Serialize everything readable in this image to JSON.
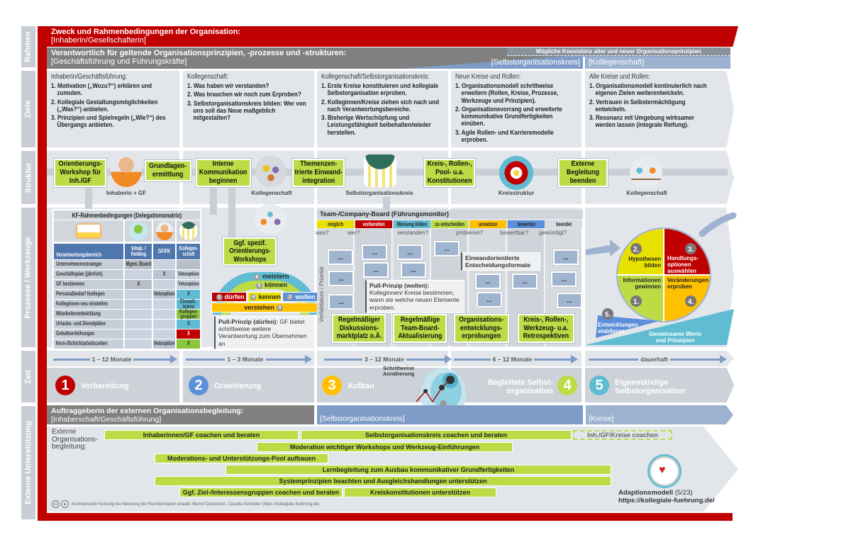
{
  "side_labels": [
    "Rahmen",
    "Ziele",
    "Struktur",
    "Prozesse / Werkzeuge",
    "Zeit",
    "Externe Unterstützung"
  ],
  "rahmen": {
    "title": "Zweck und Rahmenbedingungen der Organisation:",
    "sub": "[Inhaberin/Gesellschafterin]"
  },
  "verantwortlich": {
    "title": "Verantwortlich für geltende Organisationsprinzipien, -prozesse und -strukturen:",
    "sub": "[Geschäftsführung und Führungskräfte]",
    "coexist": "Mögliche Koexistenz alter und neuer Organisationsprinzipien",
    "blue1": "[Selbstorganisationskreis]",
    "blue2": "[Kollegenschaft]"
  },
  "ziele": [
    {
      "head": "Inhaberin/Geschäftsführung:",
      "items": [
        "1. Motivation („Wozu?“) erklären und zumuten.",
        "2. Kollegiale Gestaltungsmöglichkeiten („Was?“) anbieten.",
        "3. Prinzipien und Spielregeln („Wie?“) des Übergangs anbieten."
      ]
    },
    {
      "head": "Kollegenschaft:",
      "items": [
        "1. Was haben wir verstanden?",
        "2. Was brauchen wir noch zum Erproben?",
        "3. Selbstorganisationskreis bilden: Wer von uns soll das Neue maßgeblich mitgestalten?"
      ]
    },
    {
      "head": "Kollegenschaft/Selbstorganisationskreis:",
      "items": [
        "1. Erste Kreise konstituieren und kollegiale Selbstorganisation erproben.",
        "2. Kolleginnen/Kreise ziehen sich nach und nach Verantwortungsbereiche.",
        "3. Bisherige Wertschöpfung und Leistungsfähigkeit beibehalten/wieder herstellen."
      ]
    },
    {
      "head": "Neue Kreise und Rollen:",
      "items": [
        "1. Organisationsmodell schrittweise erweitern (Rollen, Kreise, Prozesse, Werkzeuge und Prinzipien).",
        "2. Organisationsvorrang und erweiterte kommunikative Grundfertigkeiten einüben.",
        "3. Agile Rollen- und Karrieremodelle erproben."
      ]
    },
    {
      "head": "Alle Kreise und Rollen:",
      "items": [
        "1. Organisationsmodell kontinuierlich nach eigenen Zielen weiterentwickeln.",
        "2. Vertrauen in Selbstermächtigung entwickeln.",
        "3. Resonanz mit Umgebung wirksamer werden lassen (integrale Reifung)."
      ]
    }
  ],
  "struktur": {
    "boxes": [
      "Orientierungs-Workshop für Inh./GF",
      "Grundlagen-ermittlung",
      "Interne Kommunikation beginnen",
      "Themenzen-trierte Einwand-integration",
      "Kreis-, Rollen-, Pool- u.a. Konstitutionen",
      "Externe Begleitung beenden"
    ],
    "labels": [
      "Inhaberin + GF",
      "Kollegenschaft",
      "Selbstorganisationskreis",
      "Kreisstruktur",
      "Kollegenschaft"
    ]
  },
  "matrix": {
    "title": "KF-Rahmenbedingungen (Delegationsmatrix)",
    "headers": [
      "Verantwortungsbereich",
      "Inhab. / Holding",
      "GF/FK",
      "Kollegen-schaft"
    ],
    "rows": [
      {
        "label": "Unternehmensstrategie",
        "inhab": "Mgmt.-Board",
        "gf": "",
        "koll": "",
        "color": "#b8bec6"
      },
      {
        "label": "Geschäftsplan (jährlich)",
        "inhab": "",
        "gf": "X",
        "koll": "Vetooption",
        "color": "#c9d3e0"
      },
      {
        "label": "GF bestimmen",
        "inhab": "X",
        "gf": "",
        "koll": "Vetooption",
        "color": "#c9d3e0"
      },
      {
        "label": "Personalbedarf festlegen",
        "inhab": "",
        "gf": "Vetooption",
        "koll": "X",
        "color": "#5fbcd3"
      },
      {
        "label": "Kolleginnen neu einstellen",
        "inhab": "",
        "gf": "",
        "koll": "Einstell.-teams",
        "color": "#5fbcd3"
      },
      {
        "label": "Mitarbeiterentwicklung",
        "inhab": "",
        "gf": "",
        "koll": "Kollegen-gruppen",
        "color": "#8cc63f"
      },
      {
        "label": "Urlaubs- und Dienstpläne",
        "inhab": "",
        "gf": "",
        "koll": "X",
        "color": "#5fbcd3"
      },
      {
        "label": "Gehaltserhöhungen",
        "inhab": "",
        "gf": "",
        "koll": "X",
        "color": "#c00000"
      },
      {
        "label": "Kern-/Schichtarbeitszeiten",
        "inhab": "",
        "gf": "Vetooption",
        "koll": "X",
        "color": "#8cc63f"
      }
    ]
  },
  "workshops": "Ggf. spezif. Orientierungs-Workshops",
  "competence": {
    "meistern": "meistern",
    "koennen": "können",
    "duerfen": "dürfen",
    "kennen": "kennen",
    "wollen": "wollen",
    "verstehen": "verstehen",
    "n_meistern": "6",
    "n_koennen": "5",
    "n_duerfen": "1",
    "n_kennen": "4",
    "n_wollen": "2",
    "n_verstehen": "3"
  },
  "pull_duerfen": {
    "bold": "Pull-Prinzip (dürfen):",
    "text": " GF bietet schrittweise weitere Verantwortung zum Übernehmen an"
  },
  "board": {
    "title": "Team-/Company-Board (Führungsmonitor)",
    "columns": [
      {
        "label": "möglich",
        "color": "#e8e000"
      },
      {
        "label": "vorbereiten",
        "color": "#c00000"
      },
      {
        "label": "Meinung bilden",
        "color": "#5fbcd3"
      },
      {
        "label": "zu entscheiden",
        "color": "#bcdb45"
      },
      {
        "label": "umsetzen",
        "color": "#ffc000"
      },
      {
        "label": "bewerten",
        "color": "#5b8fd9"
      },
      {
        "label": "beendet",
        "color": "#d9dde2"
      }
    ],
    "questions": [
      "was?",
      "wer?",
      "verstanden?",
      "probieren?",
      "bewertbar?",
      "gewürdigt?"
    ],
    "card_text": "...",
    "axis": "Verfalldatum / Priorität",
    "einwand": "Einwandorientierte Entscheidungsformate",
    "pull_bold": "Pull-Prinzip (wollen):",
    "pull_text": " Kolleginnen/ Kreise bestimmen, wann sie welche neuen Elemente erproben.",
    "steps": [
      "Regelmäßiger Diskussions-marktplatz o.Ä.",
      "Regelmäßige Team-Board-Aktualisierung",
      "Organisations-entwicklungs-erprobungen",
      "Kreis-, Rollen-, Werkzeug- u.a. Retrospektiven"
    ]
  },
  "cycle": {
    "q1": "Informationen gewinnen",
    "q2": "Hypothesen bilden",
    "q3": "Handlungs-optionen auswählen",
    "q4": "Veränderungen erproben",
    "q5": "Entwicklungen etablieren",
    "base": "Gemeinsame Werte und Prinzipien",
    "n1": "1.",
    "n2": "2.",
    "n3": "3.",
    "n4": "4.",
    "n5": "5."
  },
  "zeit": [
    "1 – 12 Monate",
    "1 – 3 Monate",
    "3 – 12 Monate",
    "6 – 12 Monate",
    "dauerhaft"
  ],
  "phases": [
    {
      "num": "1",
      "label": "Vorbereitung",
      "color": "#c00000"
    },
    {
      "num": "2",
      "label": "Orientierung",
      "color": "#5b8fd9"
    },
    {
      "num": "3",
      "label": "Aufbau",
      "color": "#ffc000"
    },
    {
      "num": "4",
      "label": "Begleitete Selbst-organisation",
      "color": "#bcdb45"
    },
    {
      "num": "5",
      "label": "Eigenständige Selbstorganisation",
      "color": "#5fbcd3"
    }
  ],
  "annaeherung": "Schrittweise Annäherung",
  "auftrag": {
    "title": "Auftraggeberin der externen Organisationsbegleitung:",
    "sub": "[Inhaberschaft/Geschäftsführung]",
    "blue1": "[Selbstorganisationskreis]",
    "blue2": "[Kreise]"
  },
  "extern": {
    "label": "Externe Organisations-begleitung:",
    "bars": [
      "Inhaberinnen/GF coachen und beraten",
      "Selbstorganisationskreis coachen und beraten",
      "Inh./GF/Kreise coachen",
      "Moderation wichtiger Workshops und Werkzeug-Einführungen",
      "Moderations- und Unterstützungs-Pool aufbauen",
      "Lernbegleitung zum Ausbau kommunikativer Grundfertigkeiten",
      "Systemprinzipien beachten und Ausgleichshandlungen unterstützen",
      "Ggf. Ziel-/Interessensgruppen coachen und beraten",
      "Kreiskonstitutionen unterstützen"
    ]
  },
  "footer": {
    "cc": "cc",
    "license": "Kommerzielle Nutzung bei Nennung der Rechteinhaber erlaubt: Bernd Oestereich, Claudia Schröder (https://kollegiale-fuehrung.de)"
  },
  "model": {
    "name": "Adaptionsmodell",
    "version": " (5/23)",
    "url": "https://kollegiale-fuehrung.de/"
  },
  "colors": {
    "red": "#c00000",
    "gray": "#808080",
    "blue": "#7f9cc8",
    "green": "#bcdb45",
    "panel": "#e2e6eb"
  }
}
